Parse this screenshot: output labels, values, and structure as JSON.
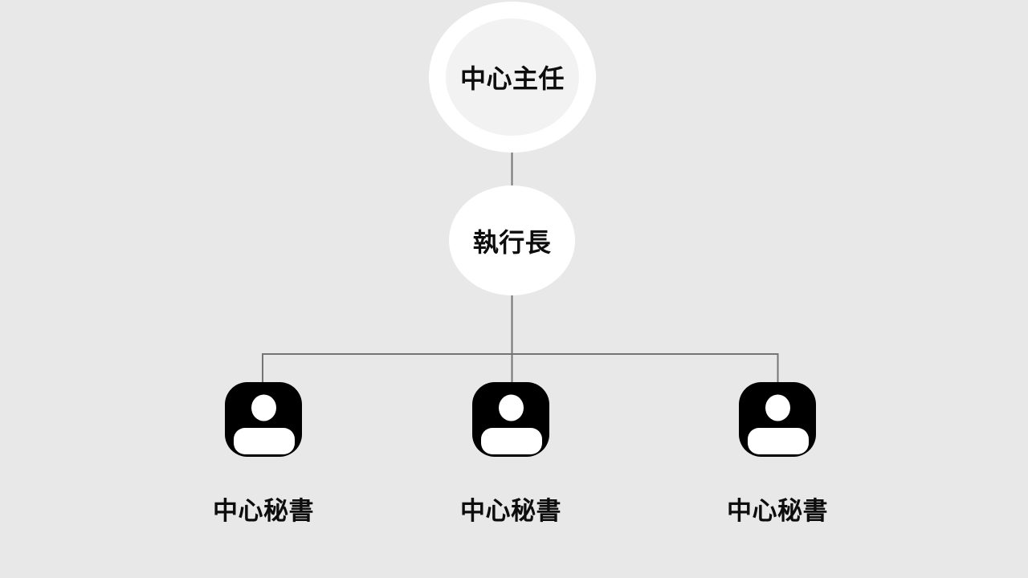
{
  "slide": {
    "background_color": "#e8e8e8",
    "connector_color": "#757575",
    "node_fill": "#ffffff",
    "root_inner_fill": "#f2f2f2",
    "icon_color": "#000000",
    "text_color": "#0d0d0d"
  },
  "org_chart": {
    "root": {
      "label": "中心主任"
    },
    "executive": {
      "label": "執行長"
    },
    "secretaries": [
      {
        "label": "中心秘書",
        "icon": "person-icon"
      },
      {
        "label": "中心秘書",
        "icon": "person-icon"
      },
      {
        "label": "中心秘書",
        "icon": "person-icon"
      }
    ]
  }
}
